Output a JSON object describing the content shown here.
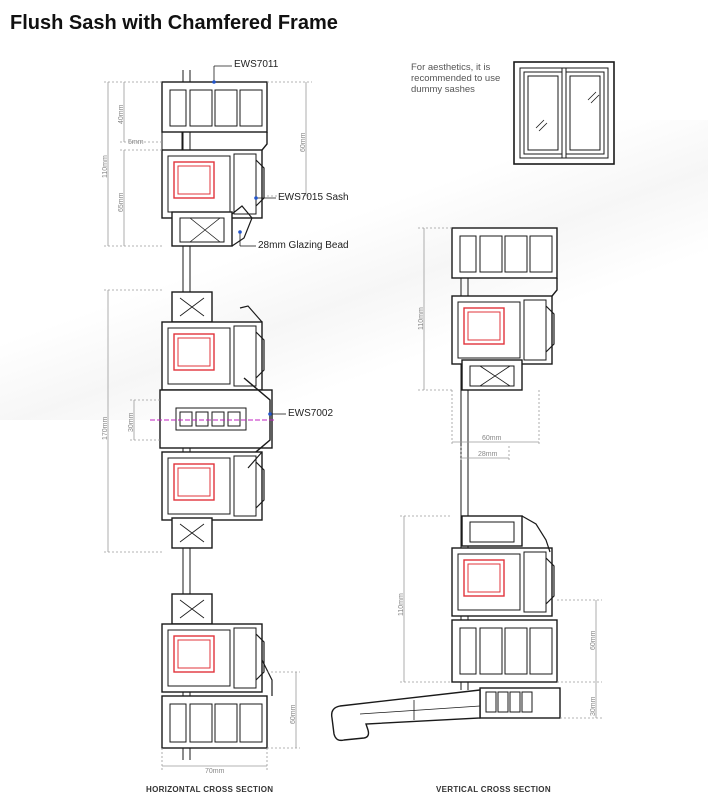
{
  "title": "Flush Sash with Chamfered Frame",
  "note": "For aesthetics, it is recommended to use dummy sashes",
  "callouts": {
    "outer_frame": "EWS7011",
    "sash": "EWS7015 Sash",
    "glazing_bead": "28mm Glazing Bead",
    "mullion": "EWS7002"
  },
  "dimensions": {
    "h_40": "40mm",
    "h_5": "5mm",
    "h_110": "110mm",
    "h_65": "65mm",
    "h_60_top": "60mm",
    "h_170": "170mm",
    "h_30": "30mm",
    "h_60_bottom": "60mm",
    "h_70": "70mm",
    "v_110_top": "110mm",
    "v_60": "60mm",
    "v_28": "28mm",
    "v_110_bottom": "110mm",
    "v_60_sill": "60mm",
    "v_30": "30mm"
  },
  "captions": {
    "horizontal": "HORIZONTAL CROSS SECTION",
    "vertical": "VERTICAL CROSS SECTION"
  },
  "colors": {
    "profile": "#1a1a1a",
    "reinforcement": "#e2343b",
    "dimension": "#9a9a9a",
    "leader": "#2255cc",
    "axis": "#c020c0"
  }
}
